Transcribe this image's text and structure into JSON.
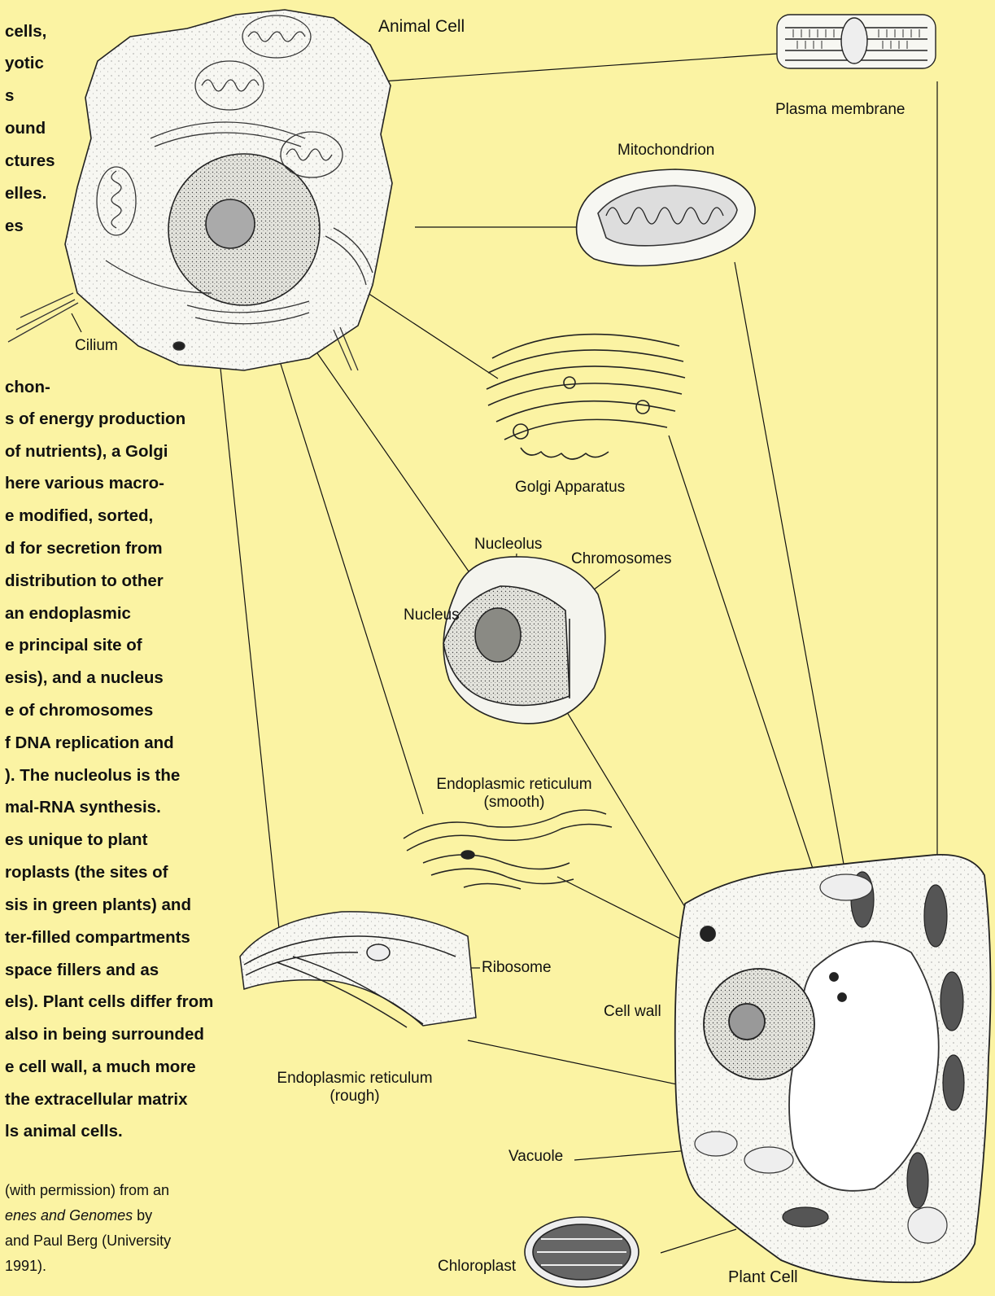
{
  "colors": {
    "background": "#fbf3a3",
    "ink": "#111111",
    "cell_fill": "#f7f7f2"
  },
  "body_text_lines": [
    "cells,",
    "yotic",
    "s",
    "ound",
    "ctures",
    "elles.",
    "es",
    "chon-",
    "s of energy production",
    "of nutrients), a Golgi",
    "here various macro-",
    "e modified, sorted,",
    "d for secretion from",
    "distribution to other",
    "an endoplasmic",
    "e principal site of",
    "esis), and a nucleus",
    "e of chromosomes",
    "f DNA replication and",
    "). The nucleolus  is the",
    "mal-RNA synthesis.",
    "es unique to plant",
    "roplasts (the sites of",
    "sis in green plants)  and",
    "ter-filled compartments",
    "space fillers and as",
    "els). Plant cells differ from",
    "also in being surrounded",
    "e cell wall, a much more",
    "the extracellular matrix",
    "ls animal cells."
  ],
  "credit_lines": [
    "(with permission) from an",
    "enes and Genomes",
    " by",
    "and Paul Berg  (University",
    " 1991)."
  ],
  "labels": {
    "animal_cell": "Animal Cell",
    "plasma_membrane": "Plasma membrane",
    "mitochondrion": "Mitochondrion",
    "cilium": "Cilium",
    "golgi": "Golgi Apparatus",
    "nucleolus": "Nucleolus",
    "chromosomes": "Chromosomes",
    "nucleus": "Nucleus",
    "er_smooth": "Endoplasmic reticulum",
    "er_smooth_sub": "(smooth)",
    "ribosome": "Ribosome",
    "cell_wall": "Cell wall",
    "er_rough": "Endoplasmic reticulum",
    "er_rough_sub": "(rough)",
    "vacuole": "Vacuole",
    "chloroplast": "Chloroplast",
    "plant_cell": "Plant Cell"
  }
}
